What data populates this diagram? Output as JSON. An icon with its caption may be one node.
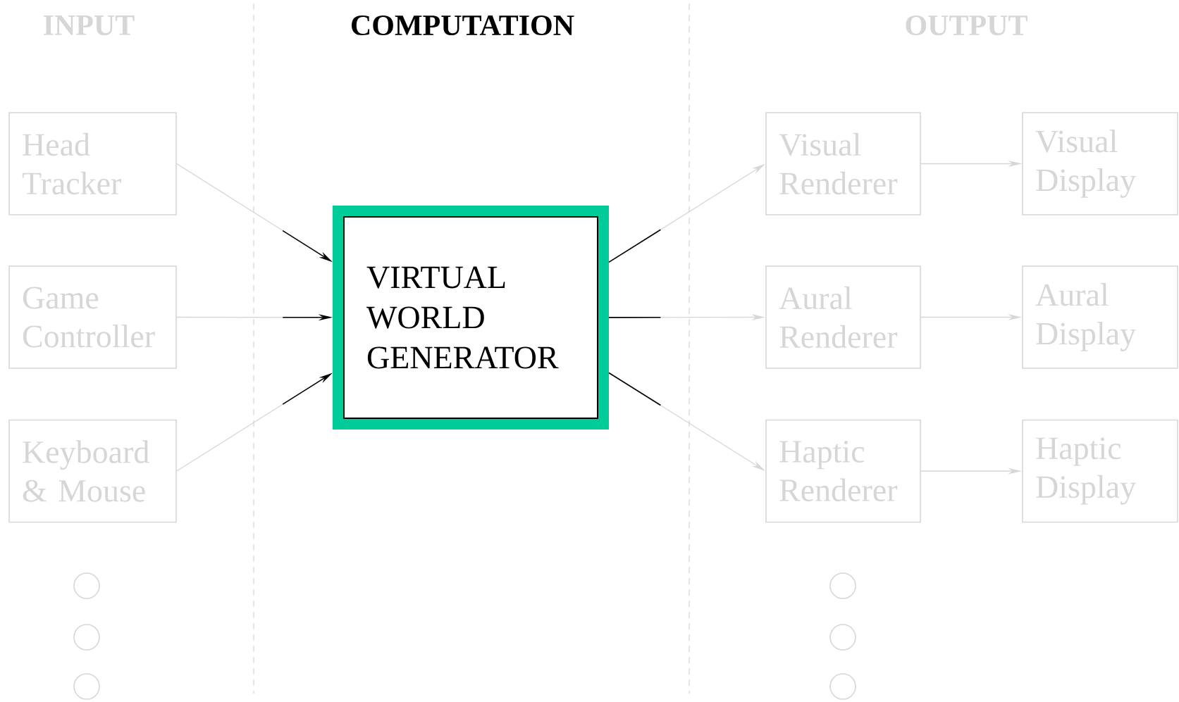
{
  "diagram": {
    "nodes": [
      {
        "text": [
          "Head Tracker"
        ]
      },
      {
        "text": [
          "Game Controller"
        ]
      },
      {
        "text": [
          "Keyboard & Mouse"
        ]
      },
      {
        "text": [
          "VIRTUAL WORLD GENERATOR"
        ]
      },
      {
        "text": [
          "Visual Renderer"
        ]
      },
      {
        "text": [
          "Visual Display"
        ]
      },
      {
        "text": [
          "Aural Renderer"
        ]
      },
      {
        "text": [
          "Aural Display"
        ]
      },
      {
        "text": [
          "Haptic Renderer"
        ]
      },
      {
        "text": [
          "Haptic Display"
        ]
      },
      {
        "text": [],
        "shape": "circle"
      },
      {
        "text": [],
        "shape": "circle"
      },
      {
        "text": [],
        "shape": "circle"
      },
      {
        "text": [],
        "shape": "circle"
      },
      {
        "text": [],
        "shape": "circle"
      },
      {
        "text": [],
        "shape": "circle"
      }
    ],
    "edges": [
      {
        "from": 0,
        "to": 3,
        "arrow": "to"
      },
      {
        "from": 1,
        "to": 3,
        "arrow": "to"
      },
      {
        "from": 2,
        "to": 3,
        "arrow": "to"
      },
      {
        "from": 3,
        "to": 4,
        "arrow": "to"
      },
      {
        "from": 3,
        "to": 6,
        "arrow": "to"
      },
      {
        "from": 3,
        "to": 8,
        "arrow": "to"
      },
      {
        "from": 4,
        "to": 5,
        "arrow": "to"
      },
      {
        "from": 6,
        "to": 7,
        "arrow": "to"
      },
      {
        "from": 8,
        "to": 9,
        "arrow": "to"
      }
    ],
    "labels": [
      "INPUT",
      "COMPUTATION",
      "OUTPUT"
    ]
  }
}
